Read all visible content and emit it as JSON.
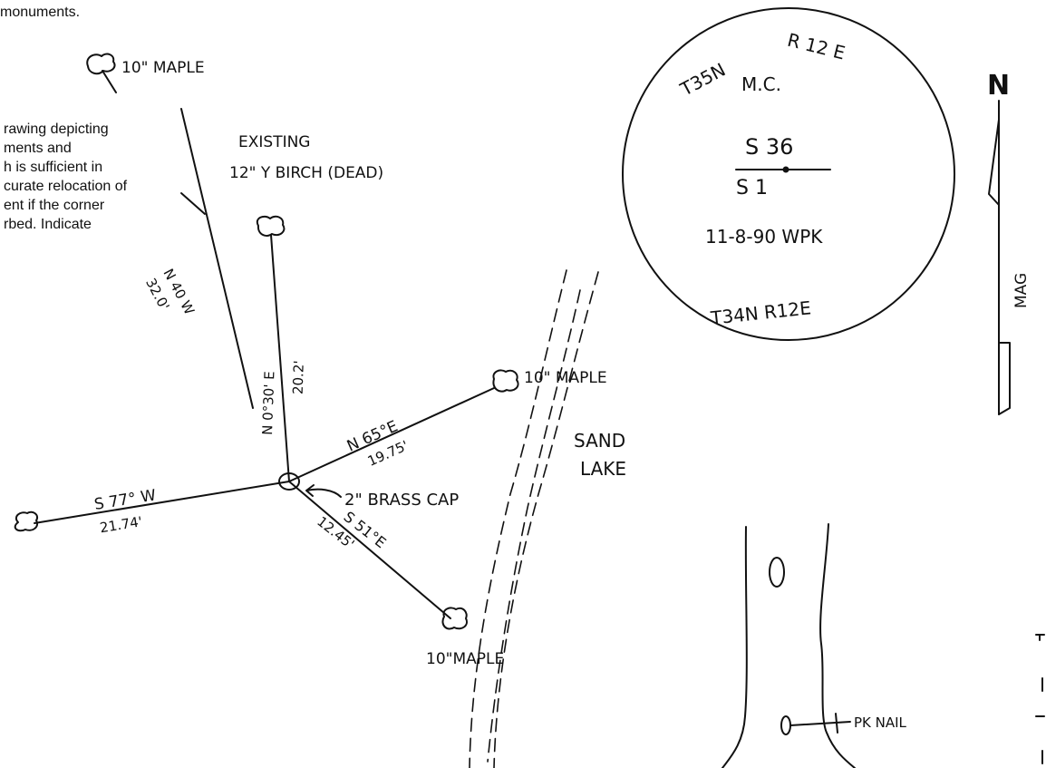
{
  "printed_text": {
    "top_fragment": "monuments.",
    "instruction_lines": [
      "rawing depicting",
      "ments and",
      "h is sufficient in",
      "curate relocation of",
      "ent if the corner",
      "rbed. Indicate"
    ]
  },
  "sketch": {
    "top_tree_label": "10\" MAPLE",
    "existing_label": "EXISTING",
    "birch_label": "12\" Y BIRCH (DEAD)",
    "monument_label": "2\" BRASS CAP",
    "lake_label": [
      "SAND",
      "LAKE"
    ],
    "maple_right_label": "10\" MAPLE",
    "maple_bottom_label": "10\"MAPLE",
    "bearings": [
      {
        "bearing": "N 40 W",
        "distance": "32.0'"
      },
      {
        "bearing": "N 0°30' E",
        "distance": "20.2'"
      },
      {
        "bearing": "N 65°E",
        "distance": "19.75'"
      },
      {
        "bearing": "S 77° W",
        "distance": "21.74'"
      },
      {
        "bearing": "S 51°E",
        "distance": "12.45'"
      }
    ]
  },
  "cap_face": {
    "township_top": "T35N",
    "range_top": "R 12 E",
    "meridian": "M.C.",
    "section_top": "S 36",
    "section_bottom": "S 1",
    "date": "11-8-90 WPK",
    "township_bottom": "T34N R12E"
  },
  "north_arrow": {
    "n_label": "N",
    "mag_label": "MAG"
  },
  "road_detail": {
    "nail_label": "PK NAIL"
  }
}
